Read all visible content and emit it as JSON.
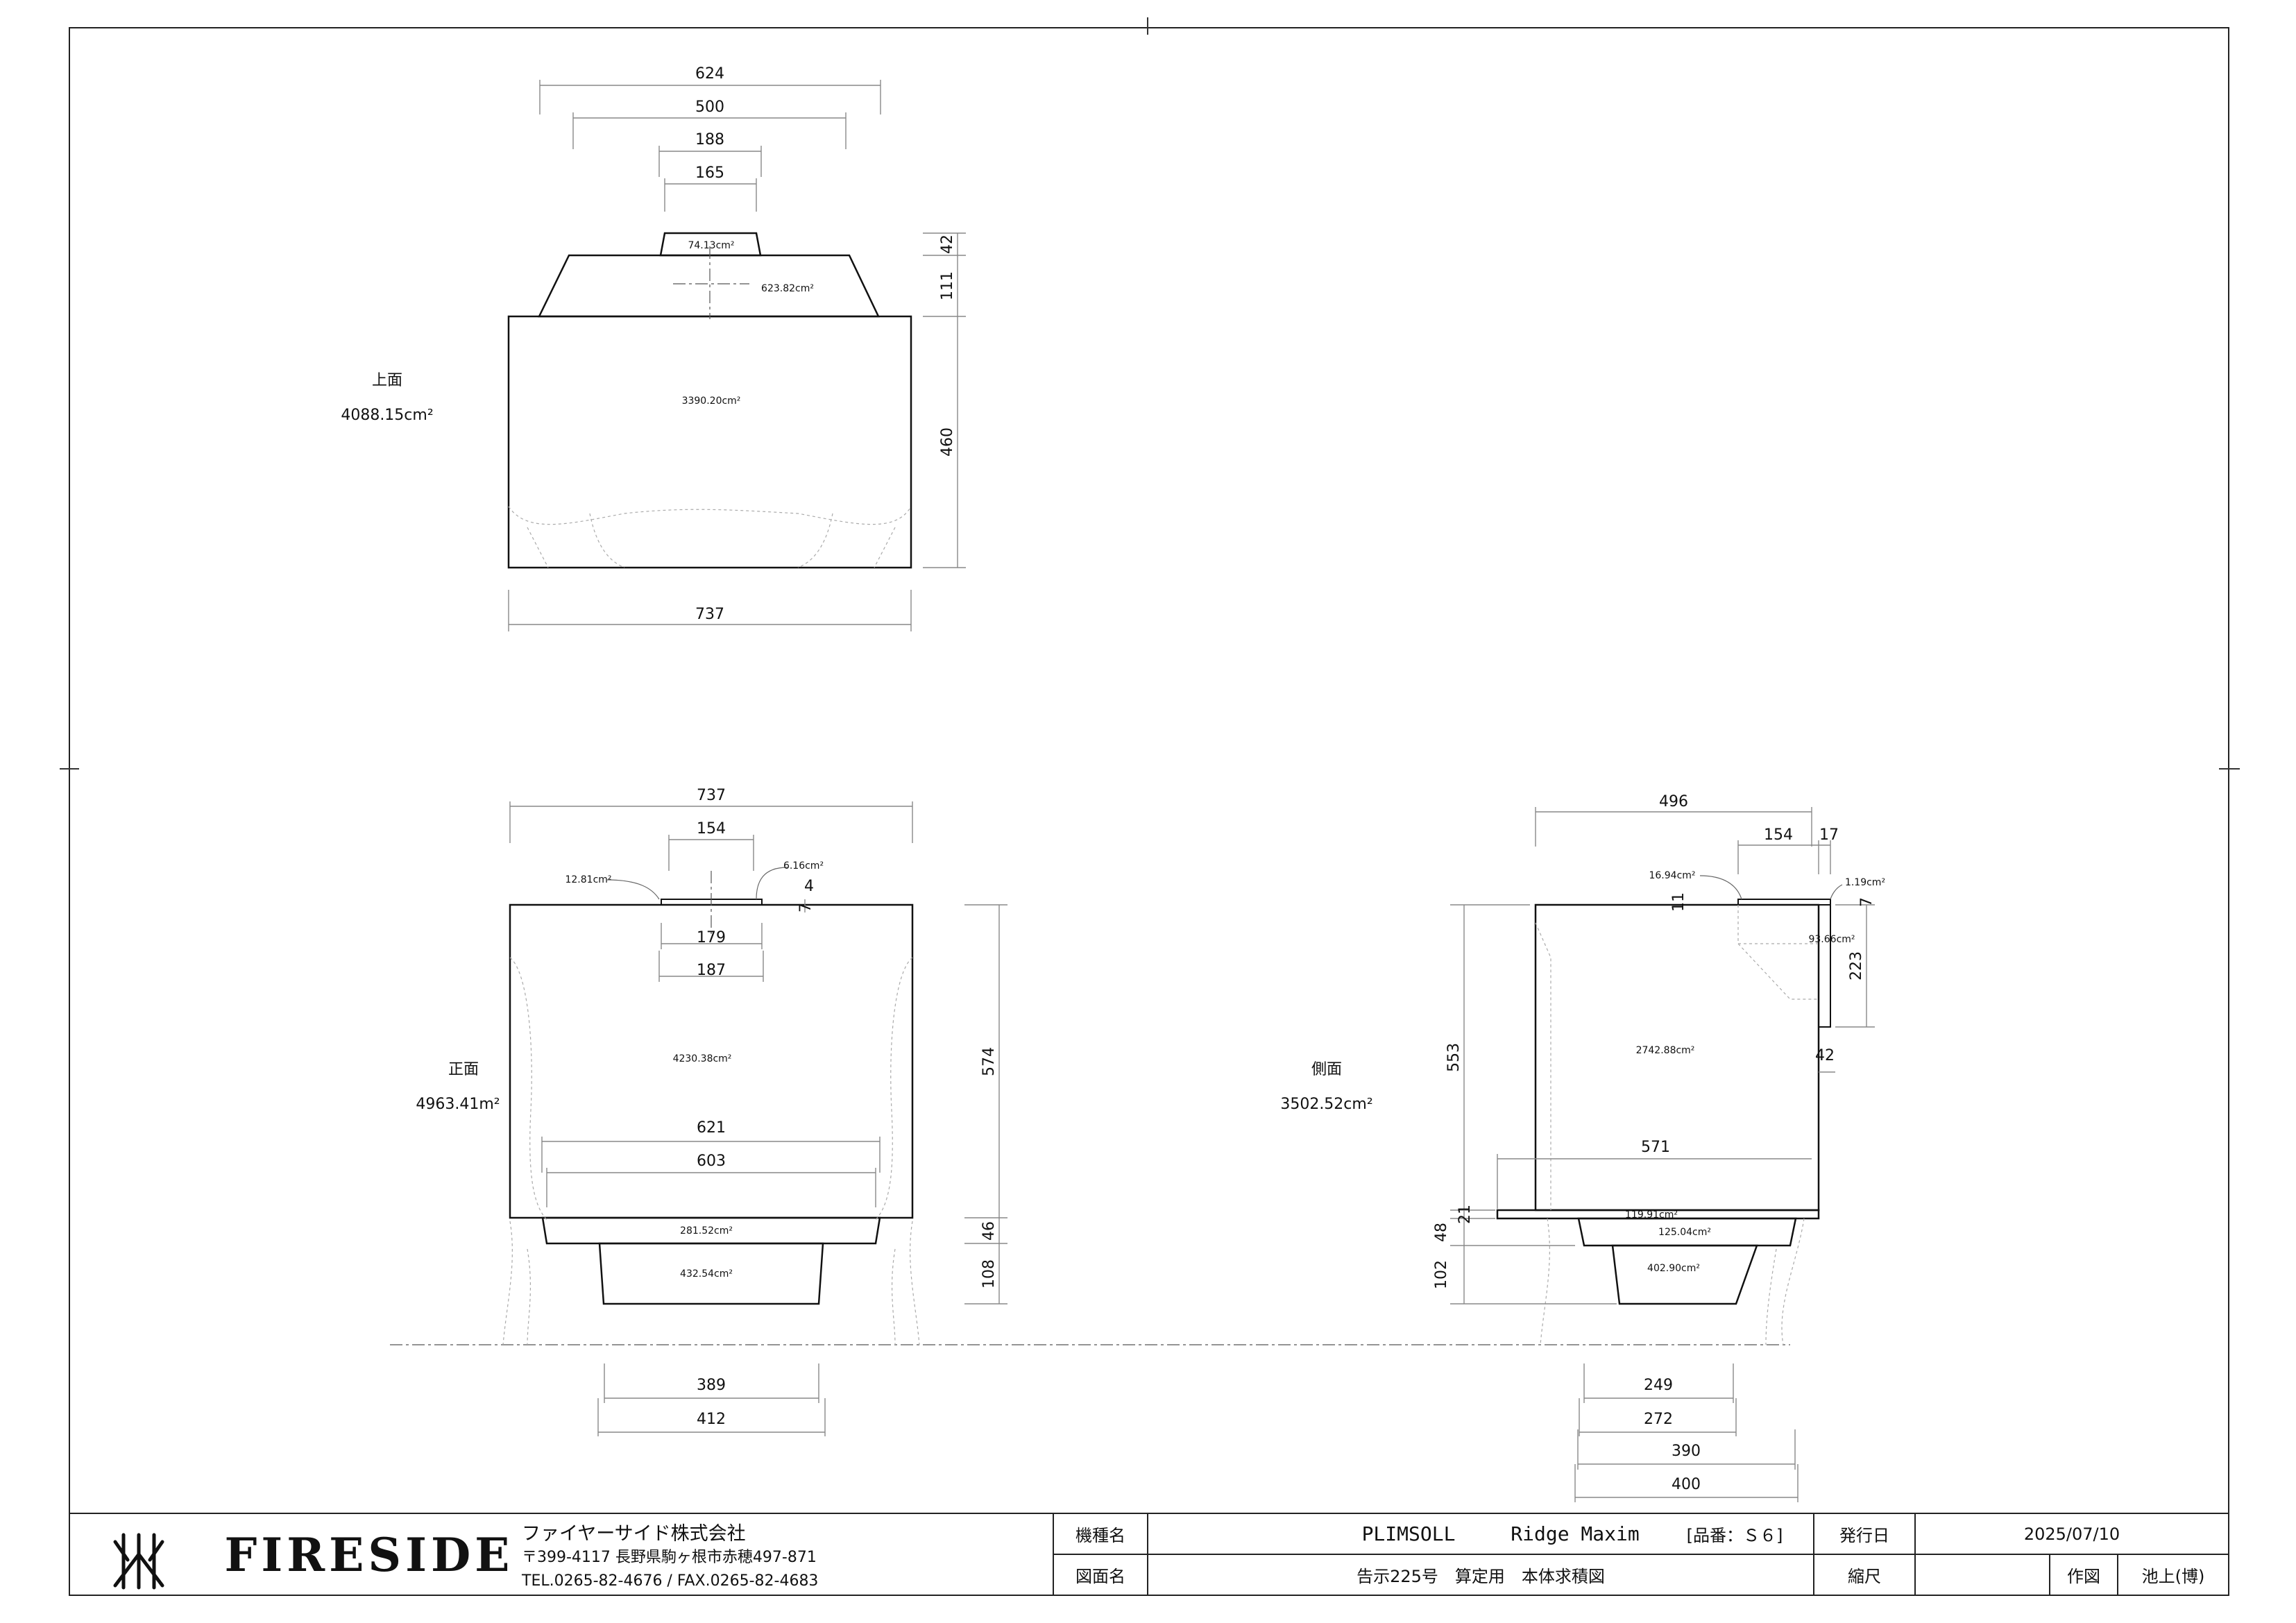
{
  "views": {
    "top": {
      "label": "上面",
      "total_area": "4088.15cm²",
      "dims": {
        "d624": "624",
        "d500": "500",
        "d188": "188",
        "d165": "165",
        "d42": "42",
        "d111": "111",
        "d460": "460",
        "d737": "737"
      },
      "areas": {
        "a1": "74.13cm²",
        "a2": "623.82cm²",
        "a3": "3390.20cm²"
      }
    },
    "front": {
      "label": "正面",
      "total_area": "4963.41m²",
      "dims": {
        "d737": "737",
        "d154": "154",
        "d4": "4",
        "d7": "7",
        "d179": "179",
        "d187": "187",
        "d574": "574",
        "d621": "621",
        "d603": "603",
        "d46": "46",
        "d108": "108",
        "d389": "389",
        "d412": "412"
      },
      "areas": {
        "a1": "12.81cm²",
        "a2": "6.16cm²",
        "a3": "4230.38cm²",
        "a4": "281.52cm²",
        "a5": "432.54cm²"
      }
    },
    "side": {
      "label": "側面",
      "total_area": "3502.52cm²",
      "dims": {
        "d496": "496",
        "d154": "154",
        "d17": "17",
        "d7": "7",
        "d11": "11",
        "d223": "223",
        "d42": "42",
        "d553": "553",
        "d571": "571",
        "d21": "21",
        "d48": "48",
        "d102": "102",
        "d249": "249",
        "d272": "272",
        "d390": "390",
        "d400": "400"
      },
      "areas": {
        "a1": "16.94cm²",
        "a2": "1.19cm²",
        "a3": "93.66cm²",
        "a4": "2742.88cm²",
        "a5": "119.91cm²",
        "a6": "125.04cm²",
        "a7": "402.90cm²"
      }
    }
  },
  "title_block": {
    "logo_text": "FIRESIDE",
    "company": "ファイヤーサイド株式会社",
    "address": "〒399-4117 長野県駒ヶ根市赤穂497-871",
    "contact": "TEL.0265-82-4676 / FAX.0265-82-4683",
    "model_label": "機種名",
    "model_brand": "PLIMSOLL",
    "model_name": "Ridge Maxim",
    "model_code": "[品番：Ｓ６]",
    "drawing_label": "図面名",
    "drawing_name": "告示225号　算定用　本体求積図",
    "issue_label": "発行日",
    "issue_date": "2025/07/10",
    "scale_label": "縮尺",
    "scale_value": "",
    "drawn_label": "作図",
    "drawn_by": "池上(博)"
  }
}
